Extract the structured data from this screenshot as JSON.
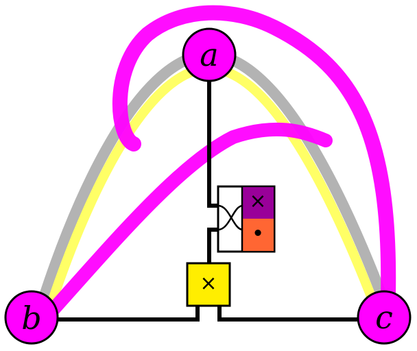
{
  "colors": {
    "background": "#ffffff",
    "magenta": "#ff00ff",
    "gray_band": "#b3b3b3",
    "yellow_band": "#ffff66",
    "wire": "#000000",
    "tensor_box": "#ffee00",
    "purple_cell": "#990099",
    "orange_cell": "#ff6633"
  },
  "nodes": [
    {
      "id": "a",
      "label": "a"
    },
    {
      "id": "b",
      "label": "b"
    },
    {
      "id": "c",
      "label": "c"
    }
  ],
  "operators": {
    "tensor": {
      "symbol": "×",
      "icon": "times-icon"
    },
    "frame_top": {
      "symbol": "×",
      "icon": "times-icon"
    },
    "frame_bottom": {
      "symbol": "•",
      "icon": "dot-icon"
    }
  }
}
